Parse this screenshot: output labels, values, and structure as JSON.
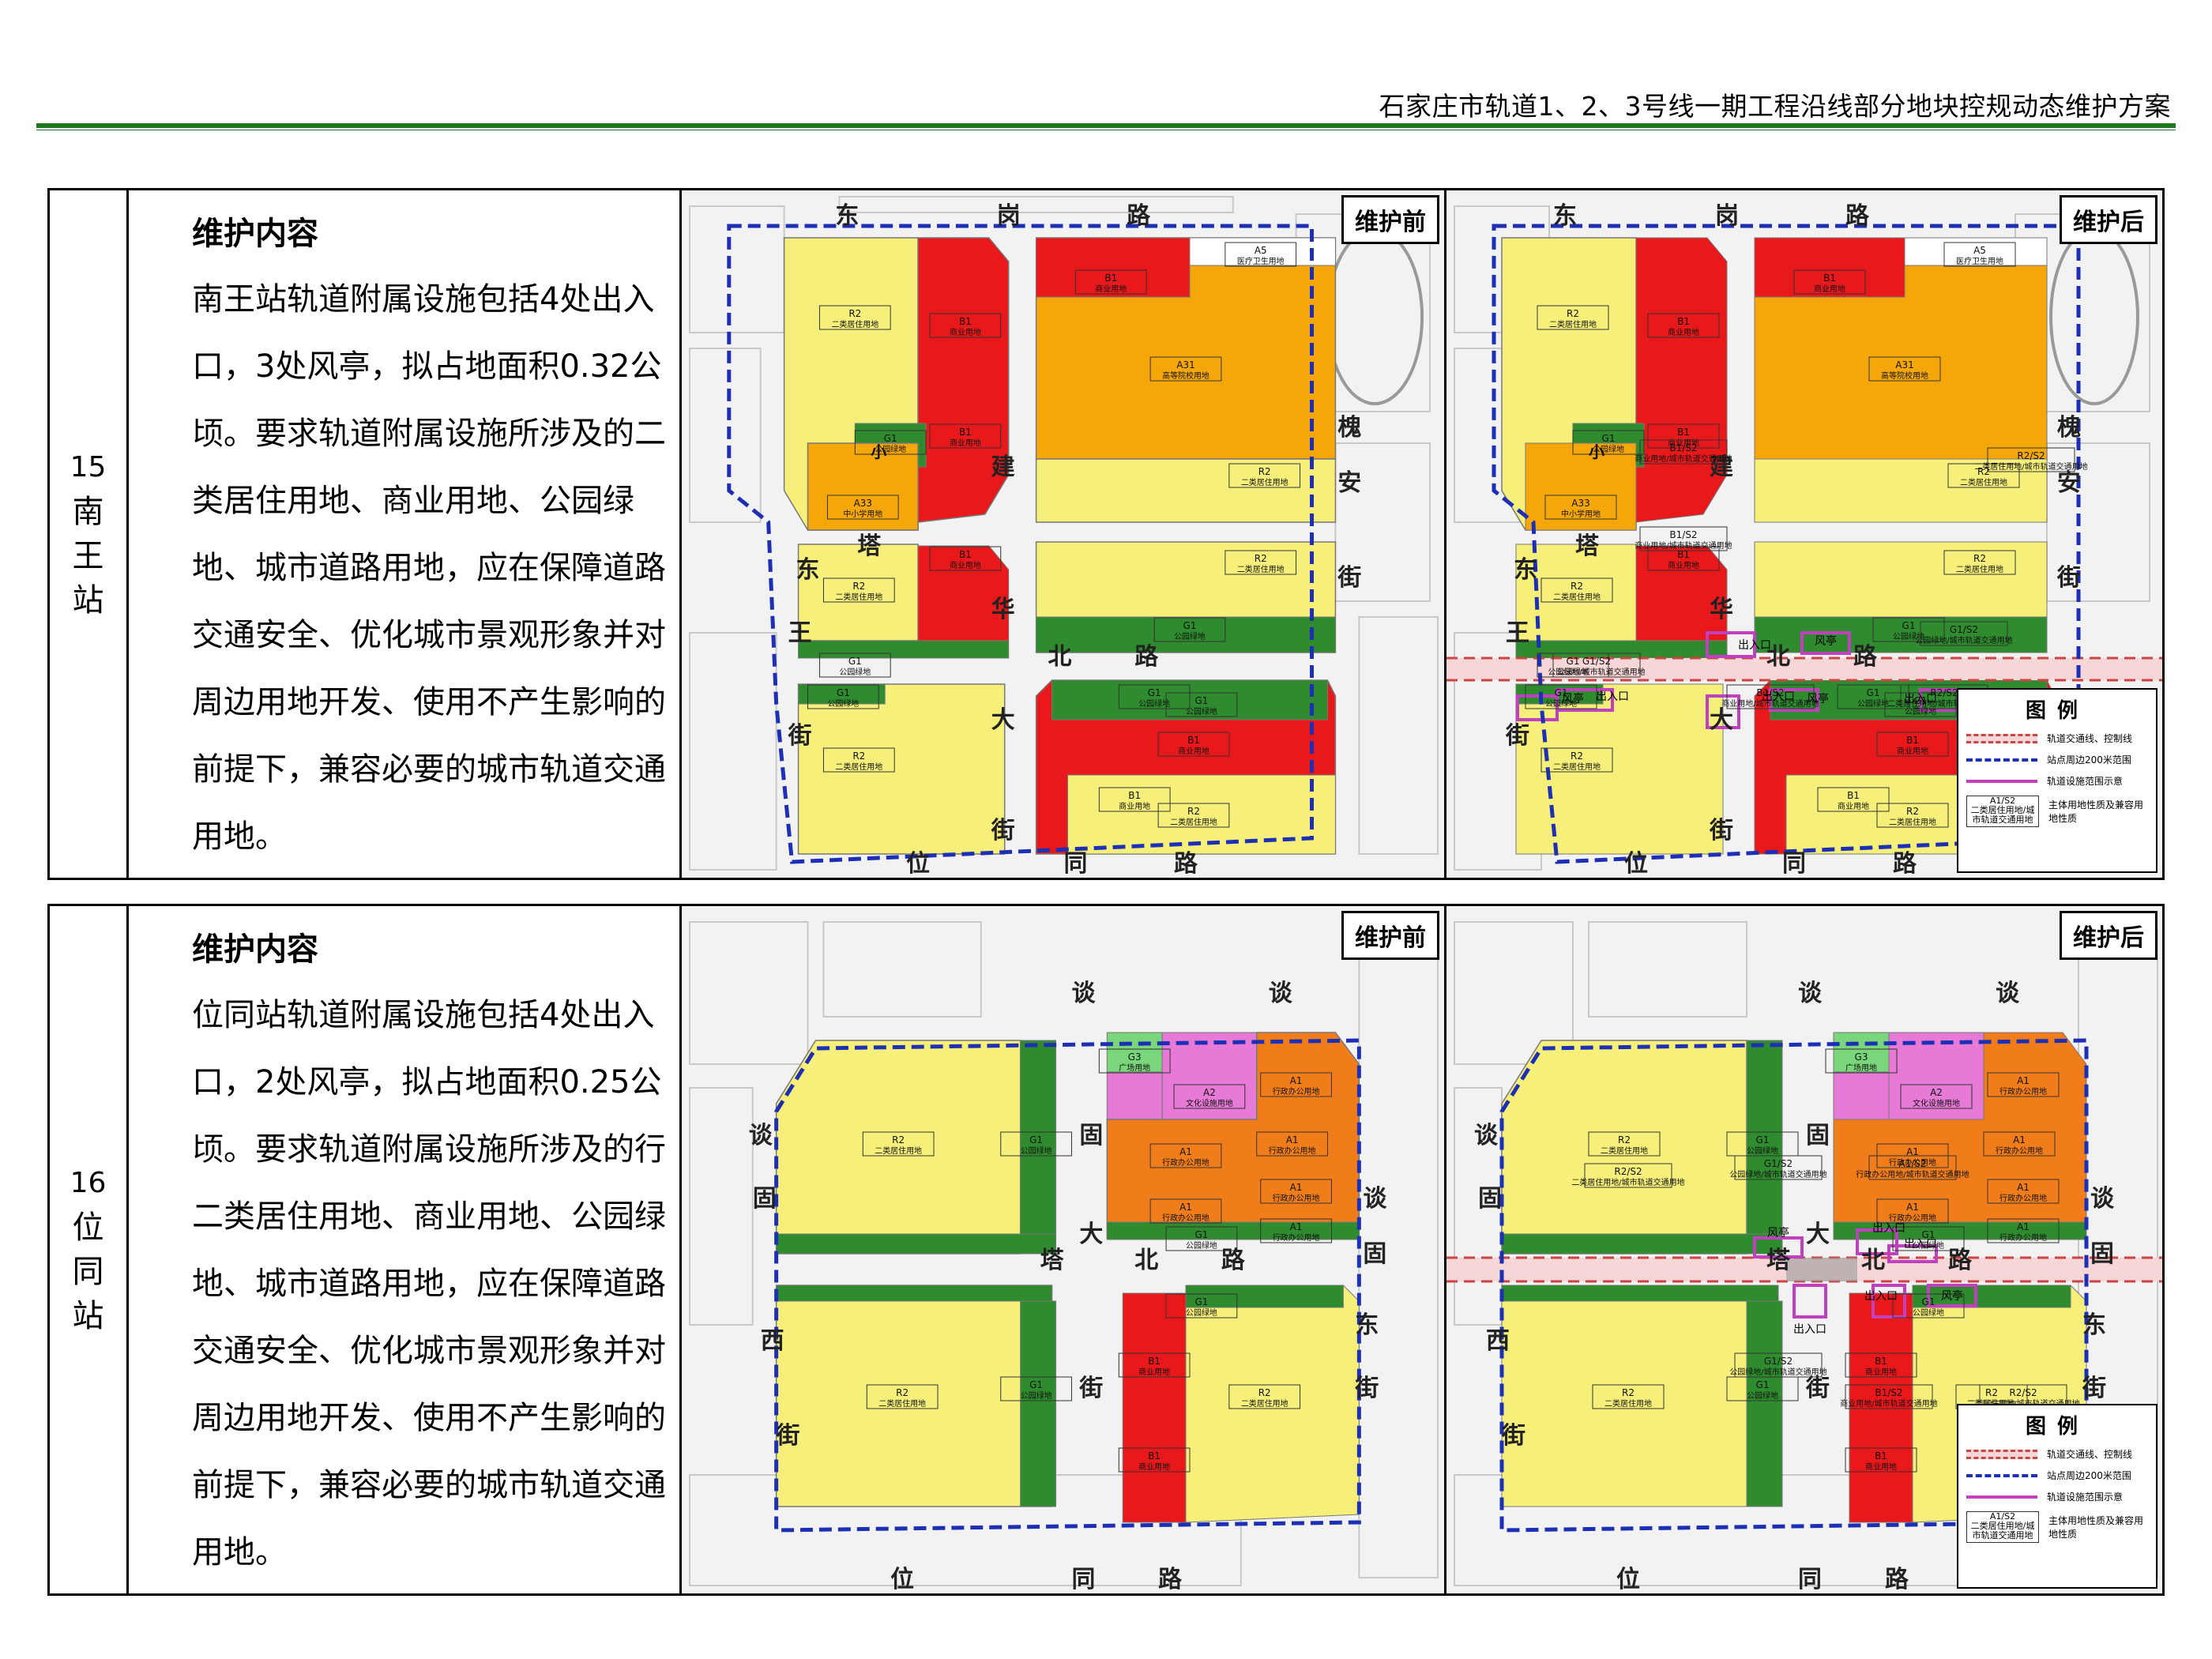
{
  "document_title": "石家庄市轨道1、2、3号线一期工程沿线部分地块控规动态维护方案",
  "tags": {
    "before": "维护前",
    "after": "维护后"
  },
  "legend": {
    "title": "图例",
    "items": [
      "轨道交通线、控制线",
      "站点周边200米范围",
      "轨道设施范围示意",
      "主体用地性质及兼容用地性质"
    ],
    "sample_code": "A1/S2",
    "sample_sub": "二类居住用地/城市轨道交通用地"
  },
  "stations": [
    {
      "number": "15",
      "name_chars": [
        "南",
        "王",
        "站"
      ],
      "heading": "维护内容",
      "body": "南王站轨道附属设施包括4处出入口，3处风亭，拟占地面积0.32公顷。要求轨道附属设施所涉及的二类居住用地、商业用地、公园绿地、城市道路用地，应在保障道路交通安全、优化城市景观形象并对周边用地开发、使用不产生影响的前提下，兼容必要的城市轨道交通用地。",
      "roads": [
        "东",
        "岗",
        "路",
        "建",
        "华",
        "大",
        "街",
        "塔",
        "北",
        "路",
        "东",
        "王",
        "街",
        "位",
        "同",
        "路",
        "槐",
        "安",
        "街"
      ],
      "before_parcels": [
        {
          "code": "R2",
          "name": "二类居住用地"
        },
        {
          "code": "B1",
          "name": "商业用地"
        },
        {
          "code": "G1",
          "name": "公园绿地"
        },
        {
          "code": "B1",
          "name": "商业用地"
        },
        {
          "code": "A33",
          "name": "中小学用地"
        },
        {
          "code": "B1",
          "name": "商业用地"
        },
        {
          "code": "A31",
          "name": "高等院校用地"
        },
        {
          "code": "A5",
          "name": "医疗卫生用地"
        },
        {
          "code": "R2",
          "name": "二类居住用地"
        },
        {
          "code": "R2",
          "name": "二类居住用地"
        },
        {
          "code": "B1",
          "name": "商业用地"
        },
        {
          "code": "G1",
          "name": "公园绿地"
        },
        {
          "code": "R2",
          "name": "二类居住用地"
        },
        {
          "code": "G1",
          "name": "公园绿地"
        },
        {
          "code": "R2",
          "name": "二类居住用地"
        },
        {
          "code": "G1",
          "name": "公园绿地"
        },
        {
          "code": "B1",
          "name": "商业用地"
        },
        {
          "code": "R2",
          "name": "二类居住用地"
        },
        {
          "code": "G1",
          "name": "公园绿地"
        },
        {
          "code": "G1",
          "name": "公园绿地"
        },
        {
          "code": "B1",
          "name": "商业用地"
        }
      ],
      "school_mark": "小",
      "after_parcels": [
        {
          "code": "B1/S2",
          "name": "商业用地/城市轨道交通用地"
        },
        {
          "code": "R2/S2",
          "name": "二类居住用地/城市轨道交通用地"
        },
        {
          "code": "G1/S2",
          "name": "公园绿地/城市轨道交通用地"
        }
      ],
      "facility_labels": [
        "出入口",
        "出入口",
        "风亭",
        "风亭",
        "出入口",
        "出入口",
        "风亭"
      ]
    },
    {
      "number": "16",
      "name_chars": [
        "位",
        "同",
        "站"
      ],
      "heading": "维护内容",
      "body": "位同站轨道附属设施包括4处出入口，2处风亭，拟占地面积0.25公顷。要求轨道附属设施所涉及的行二类居住用地、商业用地、公园绿地、城市道路用地，应在保障道路交通安全、优化城市景观形象并对周边用地开发、使用不产生影响的前提下，兼容必要的城市轨道交通用地。",
      "roads": [
        "谈",
        "谈",
        "固",
        "大",
        "街",
        "塔",
        "北",
        "路",
        "谈",
        "固",
        "西",
        "街",
        "谈",
        "固",
        "东",
        "街",
        "位",
        "同",
        "路"
      ],
      "before_parcels": [
        {
          "code": "R2",
          "name": "二类居住用地"
        },
        {
          "code": "G1",
          "name": "公园绿地"
        },
        {
          "code": "G3",
          "name": "广场用地"
        },
        {
          "code": "A2",
          "name": "文化设施用地"
        },
        {
          "code": "A1",
          "name": "行政办公用地"
        },
        {
          "code": "A1",
          "name": "行政办公用地"
        },
        {
          "code": "A1",
          "name": "行政办公用地"
        },
        {
          "code": "A1",
          "name": "行政办公用地"
        },
        {
          "code": "A1",
          "name": "行政办公用地"
        },
        {
          "code": "G1",
          "name": "公园绿地"
        },
        {
          "code": "A1",
          "name": "行政办公用地"
        },
        {
          "code": "R2",
          "name": "二类居住用地"
        },
        {
          "code": "G1",
          "name": "公园绿地"
        },
        {
          "code": "G1",
          "name": "公园绿地"
        },
        {
          "code": "B1",
          "name": "商业用地"
        },
        {
          "code": "R2",
          "name": "二类居住用地"
        },
        {
          "code": "B1",
          "name": "商业用地"
        }
      ],
      "after_parcels": [
        {
          "code": "R2/S2",
          "name": "二类居住用地/城市轨道交通用地"
        },
        {
          "code": "G1/S2",
          "name": "公园绿地/城市轨道交通用地"
        },
        {
          "code": "A1/S2",
          "name": "行政办公用地/城市轨道交通用地"
        },
        {
          "code": "B1/S2",
          "name": "商业用地/城市轨道交通用地"
        }
      ],
      "facility_labels": [
        "风亭",
        "出入口",
        "出入口",
        "风亭",
        "出入口",
        "出入口"
      ]
    }
  ],
  "colors": {
    "residential": "#f6f07a",
    "commercial": "#e8181b",
    "green": "#2e8b2e",
    "education": "#f5a70a",
    "admin": "#f07d1a",
    "culture": "#e67ad6",
    "square": "#7ad67a",
    "boundary": "#1c2fb5",
    "facility": "#c040c0",
    "header_green": "#1f7a1f"
  }
}
